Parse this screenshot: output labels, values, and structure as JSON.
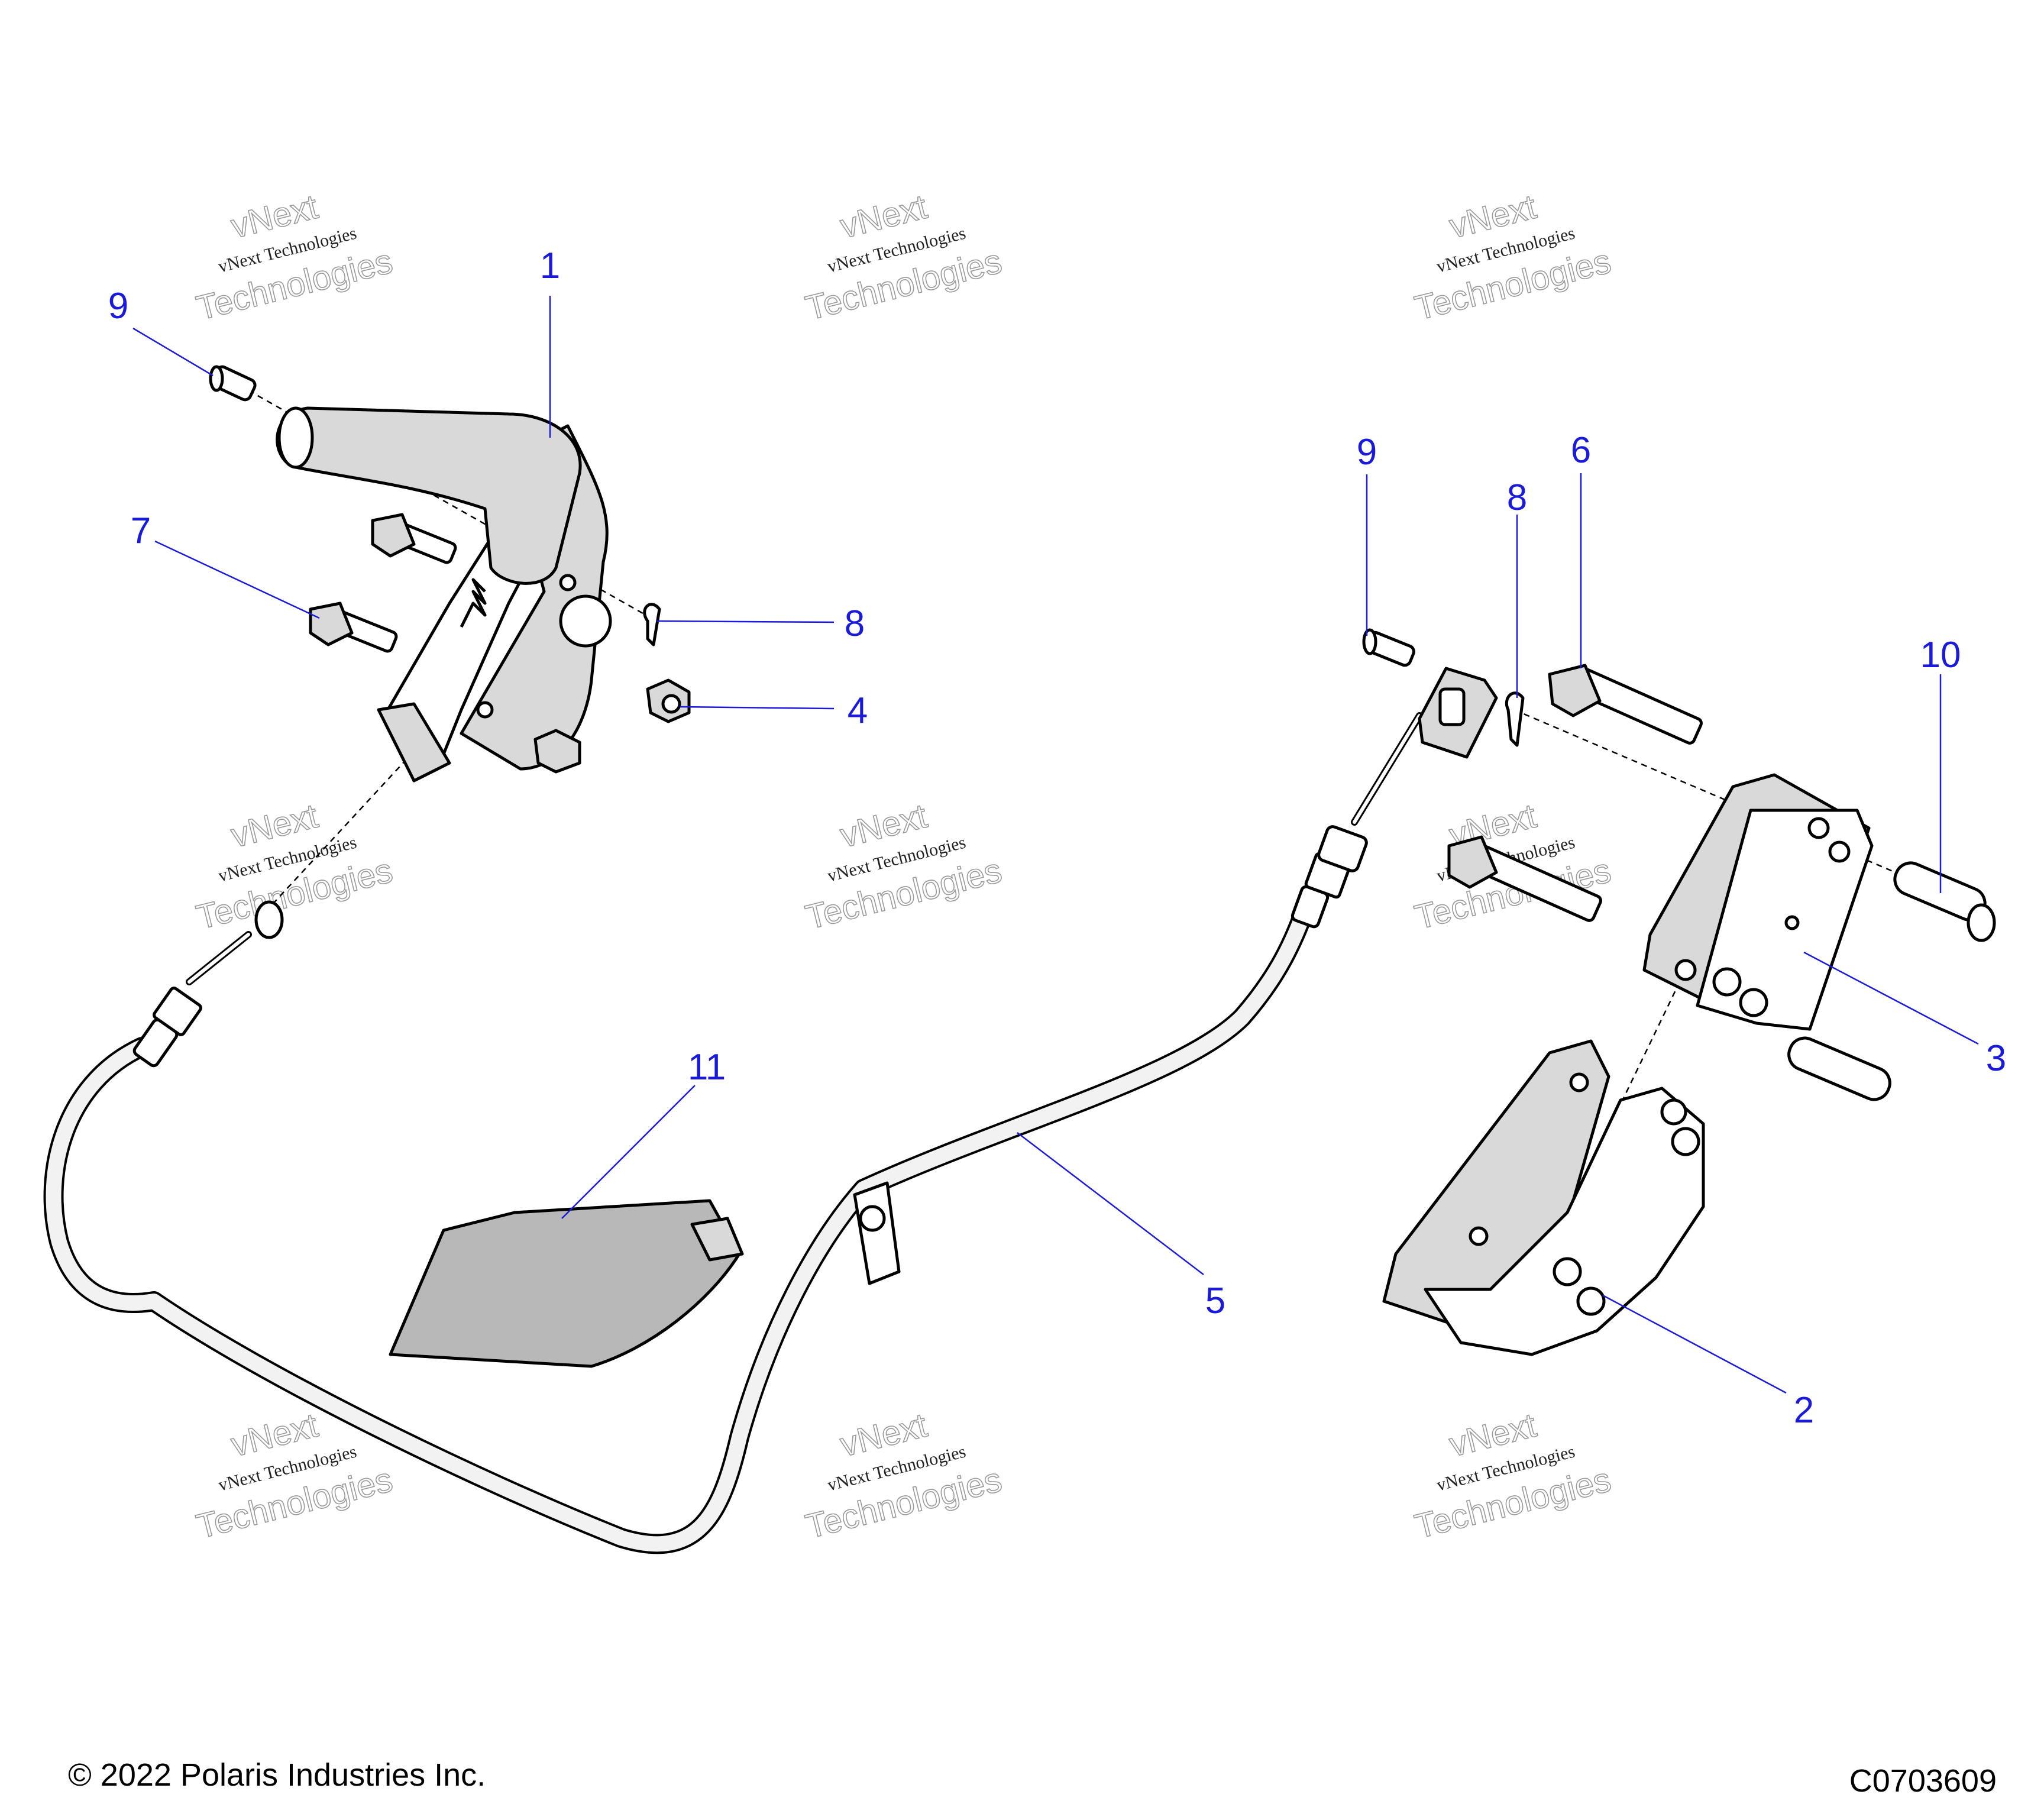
{
  "callouts": [
    {
      "label": "1"
    },
    {
      "label": "9"
    },
    {
      "label": "7"
    },
    {
      "label": "8"
    },
    {
      "label": "4"
    },
    {
      "label": "9"
    },
    {
      "label": "8"
    },
    {
      "label": "6"
    },
    {
      "label": "10"
    },
    {
      "label": "3"
    },
    {
      "label": "11"
    },
    {
      "label": "5"
    },
    {
      "label": "2"
    }
  ],
  "watermark": {
    "line1": "vNext",
    "line2": "vNext Technologies",
    "line3": "Technologies"
  },
  "footer": {
    "copyright": "© 2022 Polaris Industries Inc.",
    "drawing_number": "C0703609"
  },
  "colors": {
    "callout": "#1a1adb",
    "watermark": "#999999"
  }
}
